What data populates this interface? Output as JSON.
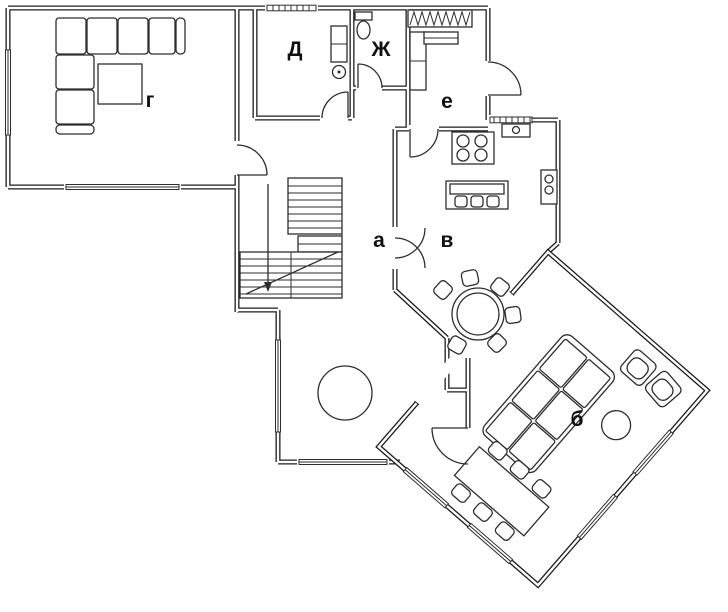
{
  "page": {
    "background": "#ffffff",
    "wall_color": "#1d1d1d",
    "line_color": "#2e2e2e",
    "label_color": "#111111"
  },
  "floor_plan": {
    "name": "apartment-floor-plan",
    "room_labels": [
      {
        "id": "g",
        "text": "г"
      },
      {
        "id": "d",
        "text": "Д"
      },
      {
        "id": "zh",
        "text": "Ж"
      },
      {
        "id": "e",
        "text": "е"
      },
      {
        "id": "a",
        "text": "а"
      },
      {
        "id": "v",
        "text": "в"
      },
      {
        "id": "b",
        "text": "б"
      }
    ],
    "fixtures": [
      "corner-sofa-icon",
      "coffee-table-icon",
      "staircase-icon",
      "washing-machine-icon",
      "toilet-icon",
      "radiator-icon",
      "wardrobe-icon",
      "bench-icon",
      "stove-icon",
      "wall-sink-icon",
      "kitchen-island-icon",
      "bar-stool-icon",
      "sink-unit-icon",
      "round-dining-table-icon",
      "dining-chair-icon",
      "column-circle-icon",
      "sectional-sofa-icon",
      "armchair-icon",
      "side-table-icon",
      "dining-table-icon",
      "entrance-door-icon",
      "interior-door-icon",
      "double-door-icon",
      "window-icon"
    ]
  }
}
